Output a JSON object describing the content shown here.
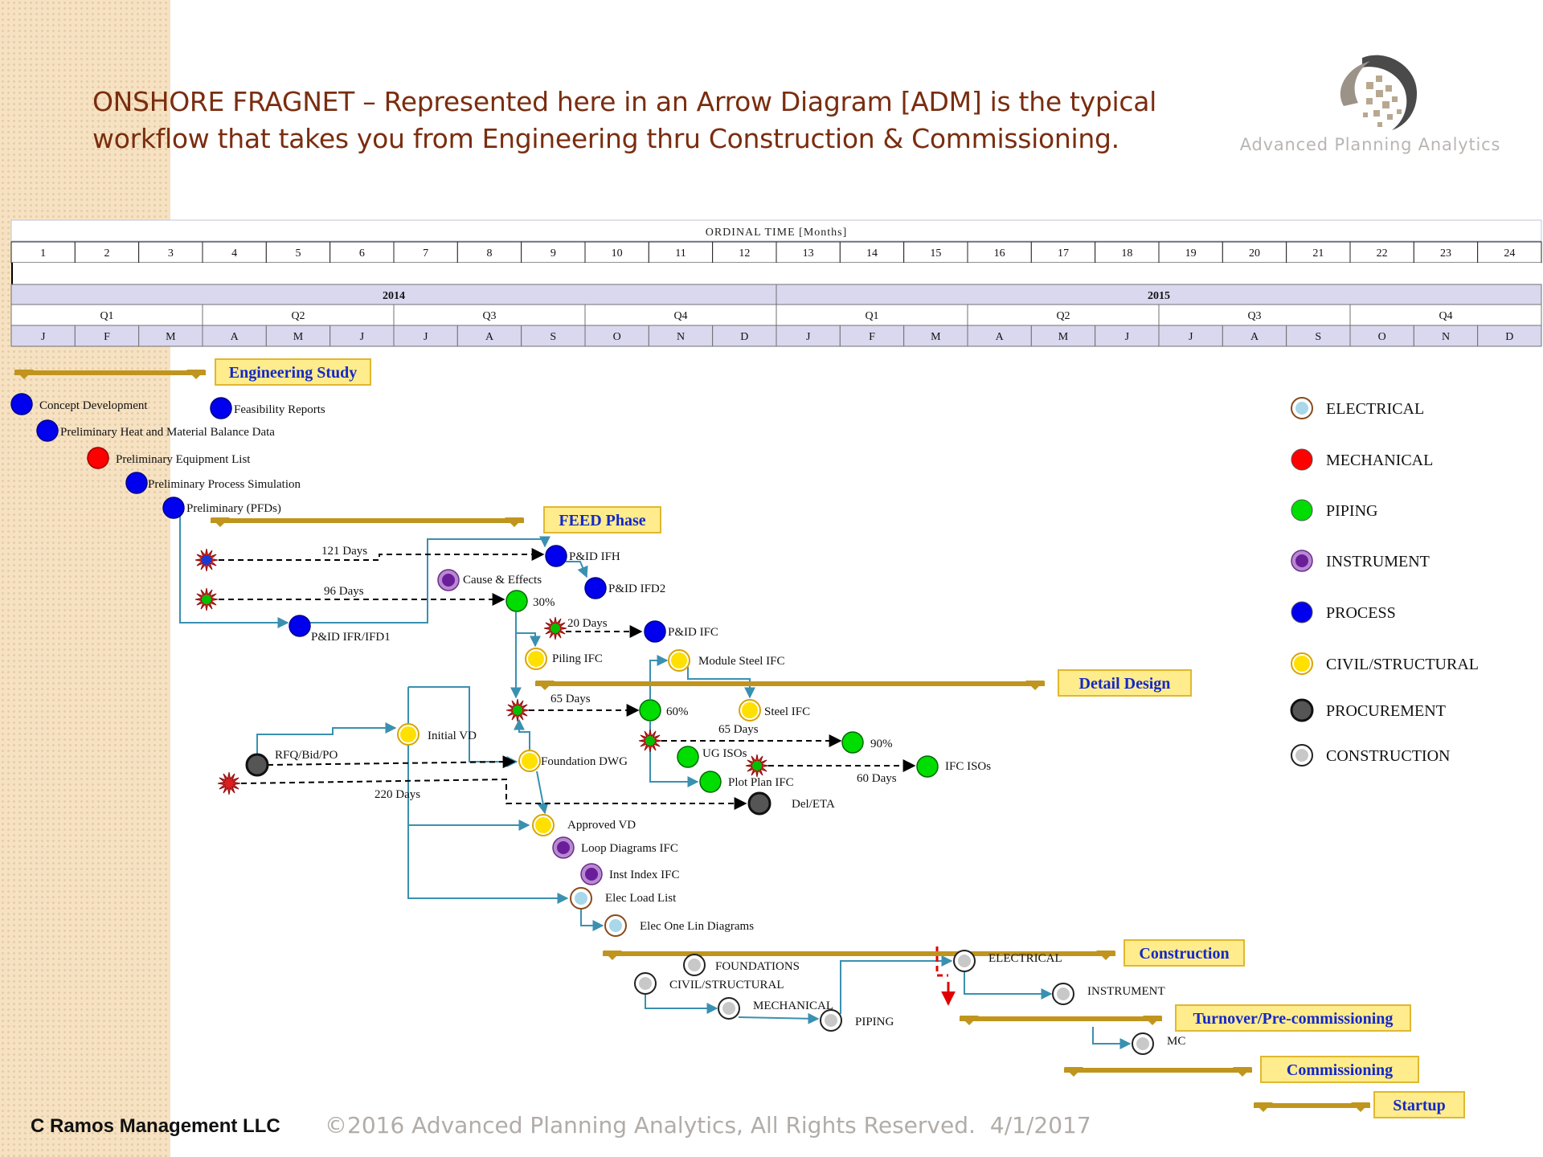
{
  "title": "ONSHORE FRAGNET – Represented here in an Arrow Diagram [ADM] is the typical workflow that takes you from Engineering thru Construction & Commissioning.",
  "logo": {
    "text": "Advanced Planning Analytics"
  },
  "footer": {
    "company": "C Ramos Management LLC",
    "copyright": "©2016 Advanced Planning Analytics, All Rights Reserved.",
    "date": "4/1/2017"
  },
  "timeline": {
    "header": "ORDINAL  TIME  [Months]",
    "months": [
      "1",
      "2",
      "3",
      "4",
      "5",
      "6",
      "7",
      "8",
      "9",
      "10",
      "11",
      "12",
      "13",
      "14",
      "15",
      "16",
      "17",
      "18",
      "19",
      "20",
      "21",
      "22",
      "23",
      "24"
    ],
    "years": [
      "2014",
      "2015"
    ],
    "quarters": [
      "Q1",
      "Q2",
      "Q3",
      "Q4",
      "Q1",
      "Q2",
      "Q3",
      "Q4"
    ],
    "month_letters": [
      "J",
      "F",
      "M",
      "A",
      "M",
      "J",
      "J",
      "A",
      "S",
      "O",
      "N",
      "D",
      "J",
      "F",
      "M",
      "A",
      "M",
      "J",
      "J",
      "A",
      "S",
      "O",
      "N",
      "D"
    ]
  },
  "colors": {
    "electrical": "#a8d8ea",
    "mechanical": "#ff0000",
    "piping": "#00dd00",
    "instrument": "#8a3fb0",
    "process": "#0000ee",
    "civil": "#ffe000",
    "procurement": "#444444",
    "construction": "#c8c8c8",
    "phase_bar": "#c0951e",
    "phase_label_bg": "#ffec8c",
    "phase_label_text": "#1428c8",
    "link": "#3a90b0"
  },
  "legend": [
    {
      "label": "ELECTRICAL",
      "type": "electrical"
    },
    {
      "label": "MECHANICAL",
      "type": "mechanical"
    },
    {
      "label": "PIPING",
      "type": "piping"
    },
    {
      "label": "INSTRUMENT",
      "type": "instrument"
    },
    {
      "label": "PROCESS",
      "type": "process"
    },
    {
      "label": "CIVIL/STRUCTURAL",
      "type": "civil"
    },
    {
      "label": "PROCUREMENT",
      "type": "procurement"
    },
    {
      "label": "CONSTRUCTION",
      "type": "construction"
    }
  ],
  "phases": [
    "Engineering Study",
    "FEED Phase",
    "Detail Design",
    "Construction",
    "Turnover/Pre-commissioning",
    "Commissioning",
    "Startup"
  ],
  "nodes": [
    {
      "id": "concept",
      "label": "Concept Development",
      "type": "process"
    },
    {
      "id": "feasibility",
      "label": "Feasibility Reports",
      "type": "process"
    },
    {
      "id": "heatmat",
      "label": "Preliminary Heat and Material Balance Data",
      "type": "process"
    },
    {
      "id": "equiplist",
      "label": "Preliminary Equipment List",
      "type": "mechanical"
    },
    {
      "id": "procsim",
      "label": "Preliminary Process Simulation",
      "type": "process"
    },
    {
      "id": "pfds",
      "label": "Preliminary (PFDs)",
      "type": "process"
    },
    {
      "id": "pidifh",
      "label": "P&ID IFH",
      "type": "process"
    },
    {
      "id": "pidifd2",
      "label": "P&ID IFD2",
      "type": "process"
    },
    {
      "id": "causeeff",
      "label": "Cause & Effects",
      "type": "instrument"
    },
    {
      "id": "p30",
      "label": "30%",
      "type": "piping"
    },
    {
      "id": "pidifr",
      "label": "P&ID IFR/IFD1",
      "type": "process"
    },
    {
      "id": "pidifc",
      "label": "P&ID IFC",
      "type": "process"
    },
    {
      "id": "piling",
      "label": "Piling  IFC",
      "type": "civil"
    },
    {
      "id": "modsteel",
      "label": "Module Steel IFC",
      "type": "civil"
    },
    {
      "id": "p60",
      "label": "60%",
      "type": "piping"
    },
    {
      "id": "steelifc",
      "label": "Steel IFC",
      "type": "civil"
    },
    {
      "id": "initvd",
      "label": "Initial VD",
      "type": "civil"
    },
    {
      "id": "rfq",
      "label": "RFQ/Bid/PO",
      "type": "procurement"
    },
    {
      "id": "fdwg",
      "label": "Foundation DWG",
      "type": "civil"
    },
    {
      "id": "p90",
      "label": "90%",
      "type": "piping"
    },
    {
      "id": "ugiso",
      "label": "UG ISOs",
      "type": "piping"
    },
    {
      "id": "ifciso",
      "label": "IFC ISOs",
      "type": "piping"
    },
    {
      "id": "plotplan",
      "label": "Plot Plan IFC",
      "type": "piping"
    },
    {
      "id": "deleta",
      "label": "Del/ETA",
      "type": "procurement"
    },
    {
      "id": "apprvd",
      "label": "Approved VD",
      "type": "civil"
    },
    {
      "id": "loop",
      "label": "Loop Diagrams IFC",
      "type": "instrument"
    },
    {
      "id": "instidx",
      "label": "Inst Index IFC",
      "type": "instrument"
    },
    {
      "id": "eload",
      "label": "Elec Load List",
      "type": "electrical"
    },
    {
      "id": "eoneline",
      "label": "Elec One Lin Diagrams",
      "type": "electrical"
    },
    {
      "id": "foundations",
      "label": "FOUNDATIONS",
      "type": "construction"
    },
    {
      "id": "civilstr",
      "label": "CIVIL/STRUCTURAL",
      "type": "construction"
    },
    {
      "id": "mechanical",
      "label": "MECHANICAL",
      "type": "construction"
    },
    {
      "id": "piping",
      "label": "PIPING",
      "type": "construction"
    },
    {
      "id": "electrical",
      "label": "ELECTRICAL",
      "type": "construction"
    },
    {
      "id": "instrument",
      "label": "INSTRUMENT",
      "type": "construction"
    },
    {
      "id": "mc",
      "label": "MC",
      "type": "construction"
    }
  ],
  "durations": [
    "121 Days",
    "96 Days",
    "20 Days",
    "65 Days",
    "65 Days",
    "60 Days",
    "220 Days"
  ]
}
